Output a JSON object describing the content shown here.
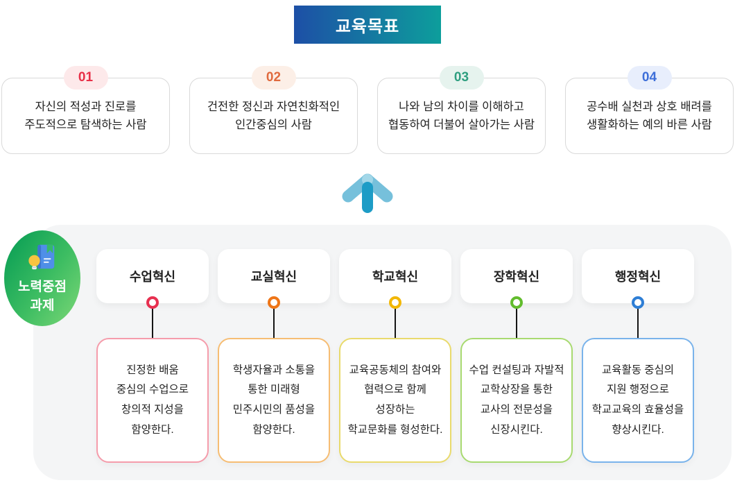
{
  "header": {
    "title": "교육목표",
    "gradient_from": "#1d4fa6",
    "gradient_to": "#0d9e9c"
  },
  "goals": {
    "items": [
      {
        "number": "01",
        "text": "자신의 적성과 진로를\n주도적으로 탐색하는 사람",
        "badge_color": "#e83048",
        "badge_bg": "#fde9ea"
      },
      {
        "number": "02",
        "text": "건전한 정신과 자연친화적인\n인간중심의 사람",
        "badge_color": "#e06a3e",
        "badge_bg": "#fcefe7"
      },
      {
        "number": "03",
        "text": "나와 남의 차이를 이해하고\n협동하여 더불어 살아가는 사람",
        "badge_color": "#2f9f80",
        "badge_bg": "#e6f3ee"
      },
      {
        "number": "04",
        "text": "공수배 실천과 상호 배려를\n생활화하는 예의 바른 사람",
        "badge_color": "#3e6fd9",
        "badge_bg": "#e8eefc"
      }
    ]
  },
  "arrow": {
    "direction": "up",
    "arm_color": "#76c0db",
    "stem_color": "#1d9cc6"
  },
  "section": {
    "label": "노력중점\n과제",
    "icon": "book-lightbulb-icon",
    "circle_gradient_from": "#0ea156",
    "circle_gradient_to": "#7ed877"
  },
  "tasks": {
    "panel_background": "#f4f5f6",
    "items": [
      {
        "title": "수업혁신",
        "description": "진정한 배움\n중심의 수업으로\n창의적 지성을\n함양한다.",
        "ring_color": "#e73050",
        "border_color": "#f59cab"
      },
      {
        "title": "교실혁신",
        "description": "학생자율과 소통을\n통한 미래형\n민주시민의 품성을\n함양한다.",
        "ring_color": "#ee7517",
        "border_color": "#f6bd73"
      },
      {
        "title": "학교혁신",
        "description": "교육공동체의 참여와\n협력으로 함께\n성장하는\n학교문화를 형성한다.",
        "ring_color": "#f2b705",
        "border_color": "#e9da6c"
      },
      {
        "title": "장학혁신",
        "description": "수업 컨설팅과 자발적\n교학상장을 통한\n교사의 전문성을\n신장시킨다.",
        "ring_color": "#62bc2d",
        "border_color": "#a8da70"
      },
      {
        "title": "행정혁신",
        "description": "교육활동 중심의\n지원 행정으로\n학교교육의 효율성을\n향상시킨다.",
        "ring_color": "#2e7ed5",
        "border_color": "#79b3eb"
      }
    ]
  }
}
